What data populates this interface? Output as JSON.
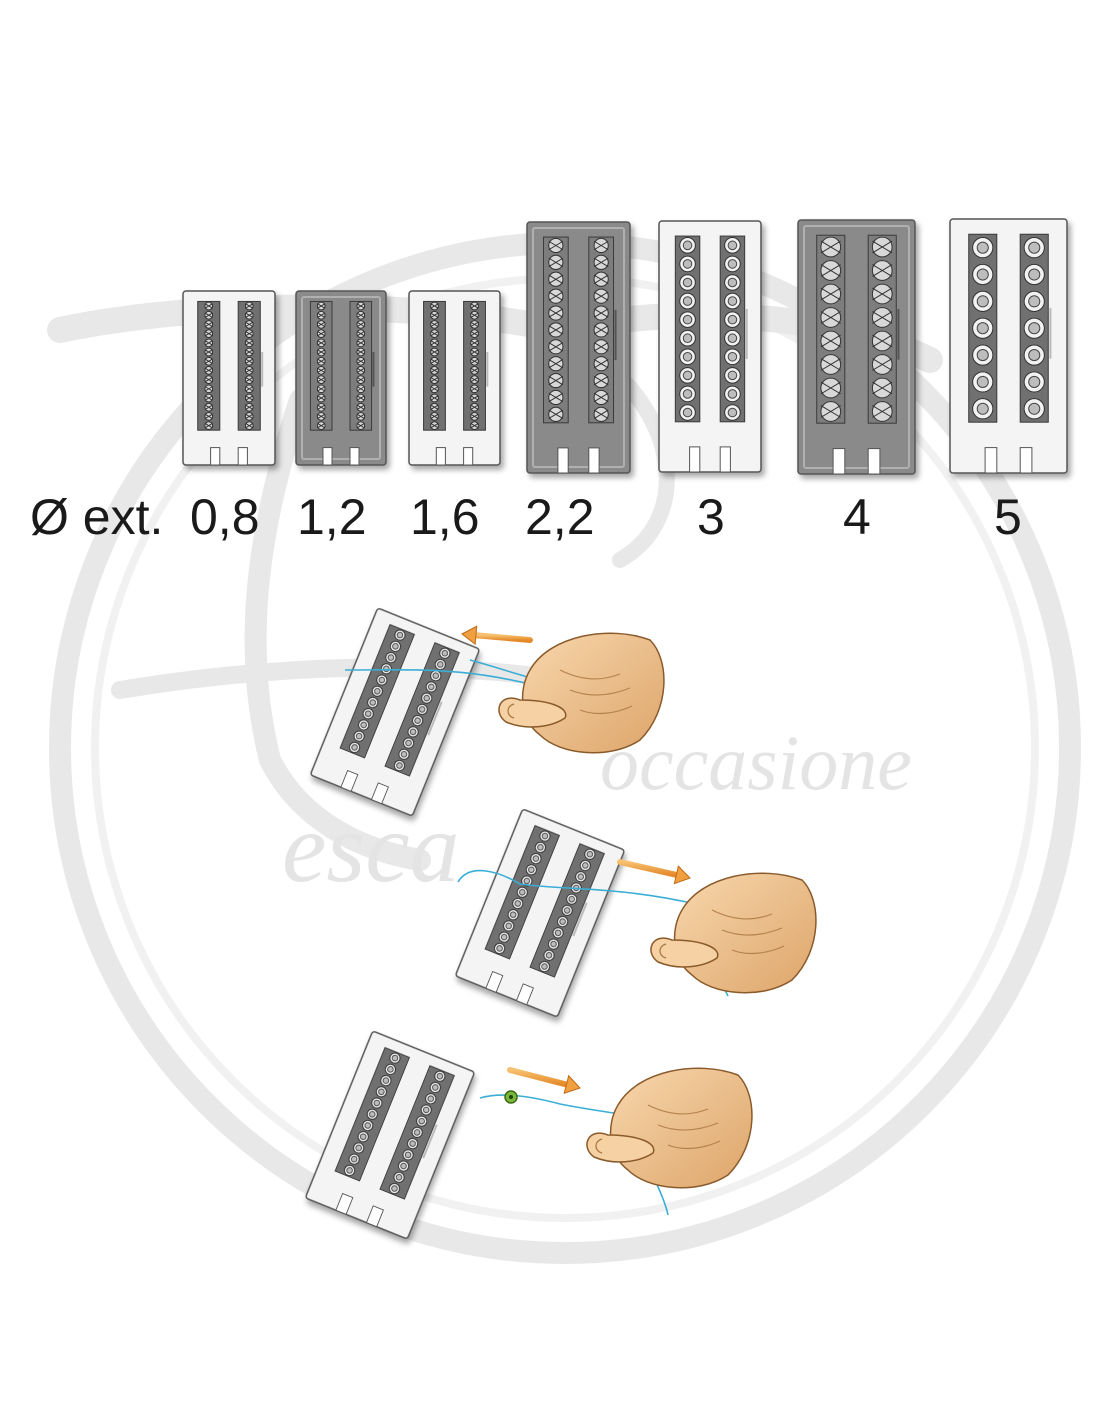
{
  "diameter_label": "Ø ext.",
  "sizes": [
    {
      "label": "0,8",
      "frame": "light",
      "rows": 14,
      "bead": "cross"
    },
    {
      "label": "1,2",
      "frame": "dark",
      "rows": 14,
      "bead": "cross"
    },
    {
      "label": "1,6",
      "frame": "light",
      "rows": 14,
      "bead": "cross"
    },
    {
      "label": "2,2",
      "frame": "dark",
      "rows": 11,
      "bead": "cross"
    },
    {
      "label": "3",
      "frame": "light",
      "rows": 10,
      "bead": "ring"
    },
    {
      "label": "4",
      "frame": "dark",
      "rows": 8,
      "bead": "cross"
    },
    {
      "label": "5",
      "frame": "light",
      "rows": 7,
      "bead": "ring"
    }
  ],
  "steps": [
    {
      "hand_action": "pull-line-left",
      "arrow_direction": "left",
      "stopper": false
    },
    {
      "hand_action": "pull-line-right",
      "arrow_direction": "right",
      "stopper": false
    },
    {
      "hand_action": "slide-stopper-onto-line",
      "arrow_direction": "right",
      "stopper": true
    }
  ],
  "watermark": {
    "text_top": "occasione",
    "text_bottom": "esca"
  },
  "colors": {
    "frame_light": "#f4f4f4",
    "frame_dark": "#8a8a8a",
    "slot_fill": "#6f6f6f",
    "bead_fill": "#d8d8d8",
    "line": "#3aaed6",
    "arrow": "#f0a040",
    "skin": "#f2c89a",
    "stopper": "#7ab83a",
    "watermark": "#e8e8e8"
  }
}
